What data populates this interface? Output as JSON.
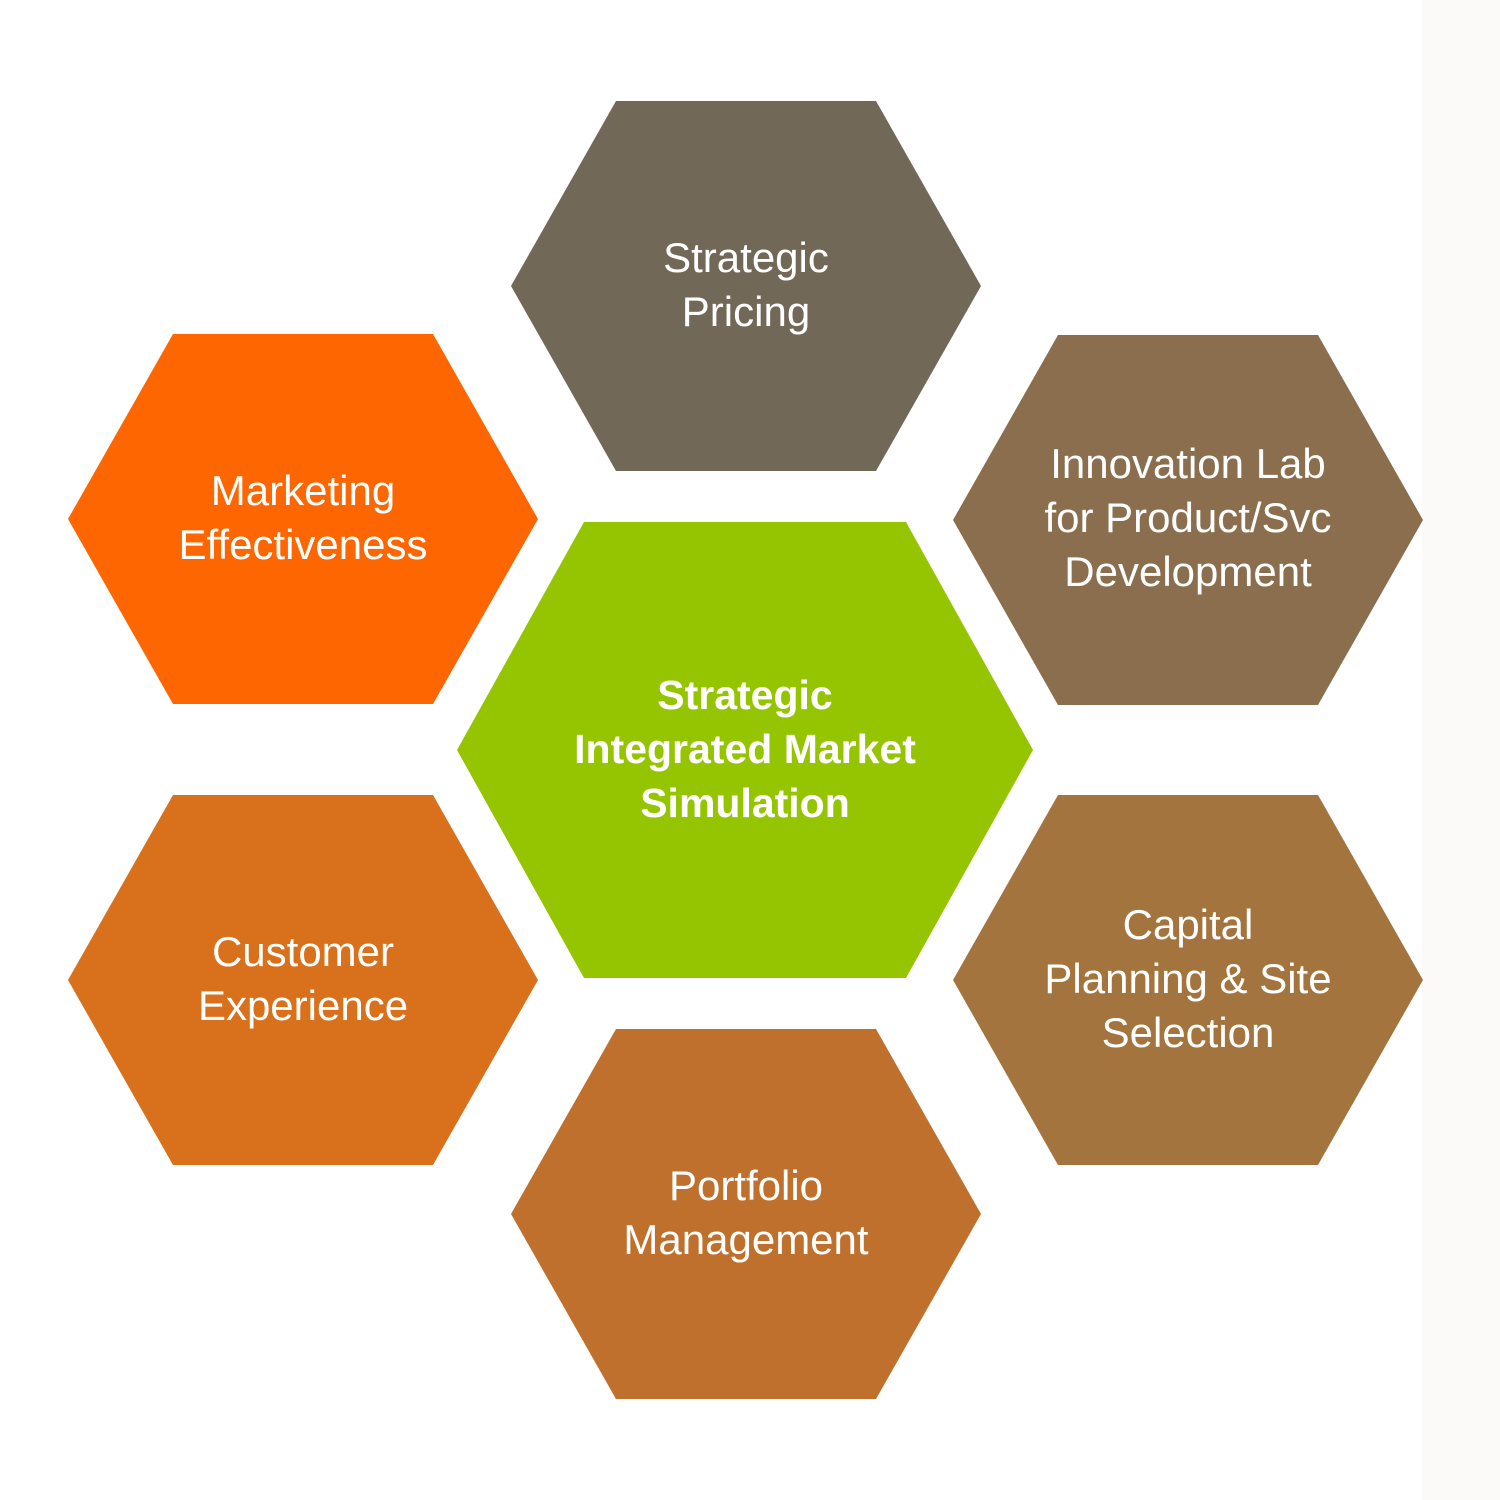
{
  "diagram": {
    "center": {
      "lines": [
        "Strategic",
        "Integrated Market",
        "Simulation"
      ],
      "color": "#95c500"
    },
    "hexagons": [
      {
        "id": "strategic-pricing",
        "lines": [
          "Strategic",
          "Pricing"
        ],
        "color": "#726857"
      },
      {
        "id": "innovation-lab",
        "lines": [
          "Innovation Lab",
          "for Product/Svc",
          "Development"
        ],
        "color": "#8a6e4e"
      },
      {
        "id": "capital-planning",
        "lines": [
          "Capital",
          "Planning & Site",
          "Selection"
        ],
        "color": "#a3743d"
      },
      {
        "id": "portfolio-management",
        "lines": [
          "Portfolio",
          "Management"
        ],
        "color": "#c0702d"
      },
      {
        "id": "customer-experience",
        "lines": [
          "Customer",
          "Experience"
        ],
        "color": "#d9701c"
      },
      {
        "id": "marketing-effectiveness",
        "lines": [
          "Marketing",
          "Effectiveness"
        ],
        "color": "#fd6600"
      }
    ],
    "background": "#ffffff"
  }
}
